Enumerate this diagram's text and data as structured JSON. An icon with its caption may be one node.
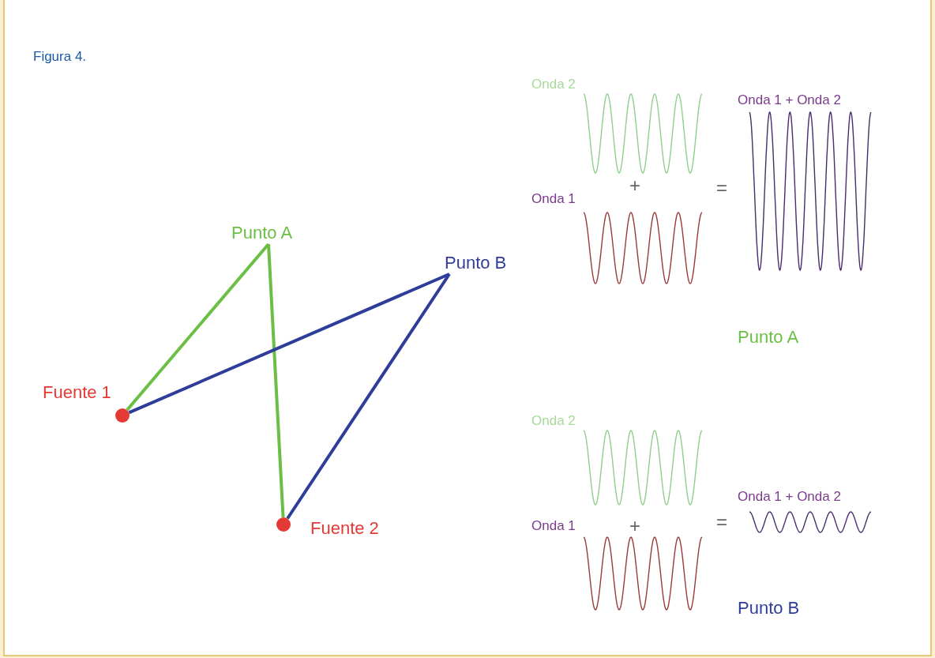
{
  "diagram": {
    "title": "Figura 4.",
    "nodes": [
      {
        "text": [
          "Punto A"
        ]
      },
      {
        "text": [
          "Punto B"
        ]
      },
      {
        "text": [],
        "shape": "circle",
        "beside": [
          "Fuente 1"
        ]
      },
      {
        "text": [],
        "shape": "circle",
        "beside": [
          "Fuente 2"
        ]
      }
    ],
    "edges": [
      {
        "from": 2,
        "to": 0,
        "arrow": "none",
        "color": "#6cbf45"
      },
      {
        "from": 3,
        "to": 0,
        "arrow": "none",
        "color": "#6cbf45"
      },
      {
        "from": 2,
        "to": 1,
        "arrow": "none",
        "color": "#2e3d99"
      },
      {
        "from": 3,
        "to": 1,
        "arrow": "none",
        "color": "#2e3d99"
      }
    ],
    "labels": [
      "Onda 2",
      "Onda 1",
      "+",
      "=",
      "Onda 1 + Onda 2",
      "Punto A",
      "Onda 2",
      "Onda 1",
      "+",
      "=",
      "Onda 1 + Onda 2",
      "Punto B"
    ]
  }
}
